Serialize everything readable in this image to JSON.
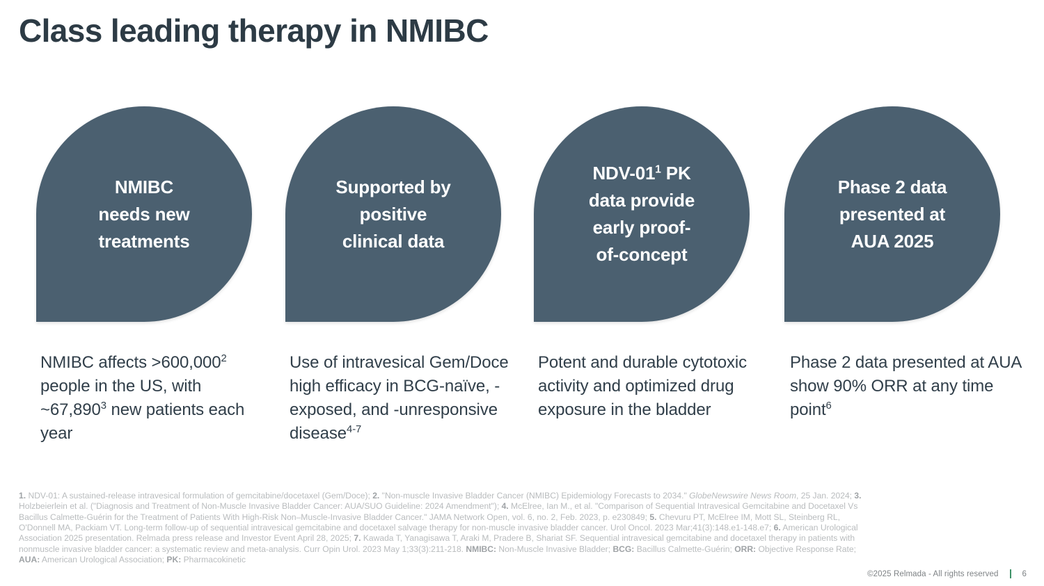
{
  "title": "Class leading therapy in NMIBC",
  "columns": [
    {
      "bubble_label": "NMIBC\nneeds new\ntreatments",
      "bubble_sup": "",
      "body_html": "NMIBC affects >600,000<sup>2</sup> people in the US, with ~67,890<sup>3</sup> new patients each year",
      "body_plain": "NMIBC affects >600,0002 people in the US, with ~67,8903 new patients each year"
    },
    {
      "bubble_label": "Supported by\npositive\nclinical data",
      "bubble_sup": "",
      "body_html": "Use of intravesical Gem/Doce high efficacy in BCG-naïve, -exposed, and -unresponsive disease<sup>4-7</sup>",
      "body_plain": "Use of intravesical Gem/Doce high efficacy in BCG-naïve, -exposed, and -unresponsive disease4-7"
    },
    {
      "bubble_label": "NDV-01",
      "bubble_sup": "1",
      "bubble_label_rest": " PK\ndata provide\nearly proof-\nof-concept",
      "body_html": "Potent and durable cytotoxic activity and optimized drug exposure in the bladder",
      "body_plain": "Potent and durable cytotoxic activity and optimized drug exposure in the bladder"
    },
    {
      "bubble_label": "Phase 2 data\npresented at\nAUA 2025",
      "bubble_sup": "",
      "body_html": "Phase 2 data presented at AUA show 90% ORR at any time point<sup>6</sup>",
      "body_plain": "Phase 2 data presented at AUA show 90% ORR at any time point6"
    }
  ],
  "footnotes_html": "<b>1.</b>  NDV-01: A sustained-release intravesical formulation of gemcitabine/docetaxel (Gem/Doce); <b>2.</b> \"Non-muscle Invasive Bladder Cancer (NMIBC) Epidemiology Forecasts to 2034.\" <i>GlobeNewswire News Room</i>, 25 Jan. 2024; <b>3.</b> Holzbeierlein et al. (\"Diagnosis and Treatment of Non-Muscle Invasive Bladder Cancer: AUA/SUO Guideline: 2024 Amendment\"); <b>4.</b> McElree, Ian M., et al. \"Comparison of Sequential Intravesical Gemcitabine and Docetaxel Vs Bacillus Calmette-Guérin for the Treatment of Patients With High-Risk Non–Muscle-Invasive Bladder Cancer.\" JAMA Network Open, vol. 6, no. 2, Feb. 2023, p. e230849; <b>5.</b> Chevuru PT, McElree IM, Mott SL, Steinberg RL, O'Donnell MA, Packiam VT. Long-term follow-up of sequential intravesical gemcitabine and docetaxel salvage therapy for non-muscle invasive bladder cancer. Urol Oncol. 2023 Mar;41(3):148.e1-148.e7; <b>6.</b> American Urological Association 2025 presentation. Relmada press release and Investor Event April 28, 2025; <b>7.</b> Kawada T, Yanagisawa T, Araki M, Pradere B, Shariat SF. Sequential intravesical gemcitabine and docetaxel therapy in patients with nonmuscle invasive bladder cancer: a systematic review and meta-analysis. Curr Opin Urol. 2023 May 1;33(3):211-218.  <b>NMIBC:</b> Non-Muscle Invasive Bladder; <b>BCG:</b> Bacillus Calmette-Guérin; <b>ORR:</b> Objective Response Rate; <b>AUA:</b> American Urological Association; <b>PK:</b> Pharmacokinetic",
  "footer": {
    "copyright": "©2025 Relmada - All rights reserved",
    "page_number": "6"
  },
  "colors": {
    "bubble_fill": "#4b6070",
    "title_text": "#2d3b45",
    "body_text": "#313f4a",
    "footnote_text": "#b9bcbe",
    "footer_accent": "#3f9268"
  }
}
